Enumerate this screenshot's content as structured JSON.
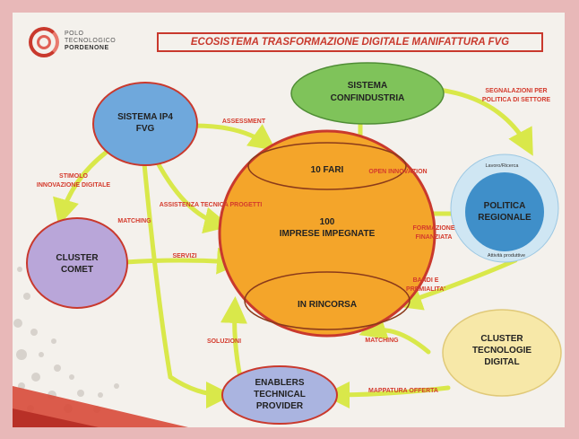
{
  "logo": {
    "line1": "POLO",
    "line2": "TECNOLOGICO",
    "line3": "PORDENONE"
  },
  "title": "ECOSISTEMA TRASFORMAZIONE DIGITALE MANIFATTURA FVG",
  "nodes": {
    "sistema_ip4": [
      "SISTEMA IP4",
      "FVG"
    ],
    "confindustria": [
      "SISTEMA",
      "CONFINDUSTRIA"
    ],
    "cluster_comet": [
      "CLUSTER",
      "COMET"
    ],
    "imprese": [
      "100",
      "IMPRESE IMPEGNATE"
    ],
    "fari": "10 FARI",
    "rincorsa": "IN RINCORSA",
    "politica": [
      "POLITICA",
      "REGIONALE"
    ],
    "politica_top": "Lavoro/Ricerca",
    "politica_bottom": "Attività produttive",
    "cluster_digital": [
      "CLUSTER",
      "TECNOLOGIE",
      "DIGITAL"
    ],
    "enablers": [
      "ENABLERS",
      "TECHNICAL",
      "PROVIDER"
    ]
  },
  "edges": {
    "assessment": "ASSESSMENT",
    "segnalazioni": [
      "SEGNALAZIONI PER",
      "POLITICA DI SETTORE"
    ],
    "stimolo": [
      "STIMOLO",
      "INNOVAZIONE DIGITALE"
    ],
    "open_innovation": "OPEN INNOVAZION",
    "assistenza": "ASSISTENZA TECNICA PROGETTI",
    "matching_left": "MATCHING",
    "formazione": [
      "FORMAZIONE",
      "FINANZIATA"
    ],
    "servizi": "SERVIZI",
    "bandi": [
      "BANDI E",
      "PREMIALITA'"
    ],
    "soluzioni": "SOLUZIONI",
    "matching_right": "MATCHING",
    "mappatura": "MAPPATURA OFFERTA"
  },
  "colors": {
    "accent": "#c9392d",
    "arrow": "#d9e84a",
    "imprese_fill": "#f4a52a",
    "ip4_fill": "#6fa8dc",
    "confindustria_fill": "#7fc35a",
    "comet_fill": "#b9a6d9",
    "politica_fill": "#3f8fc9",
    "digital_fill": "#f7e8a8",
    "enablers_fill": "#aab4e0"
  }
}
